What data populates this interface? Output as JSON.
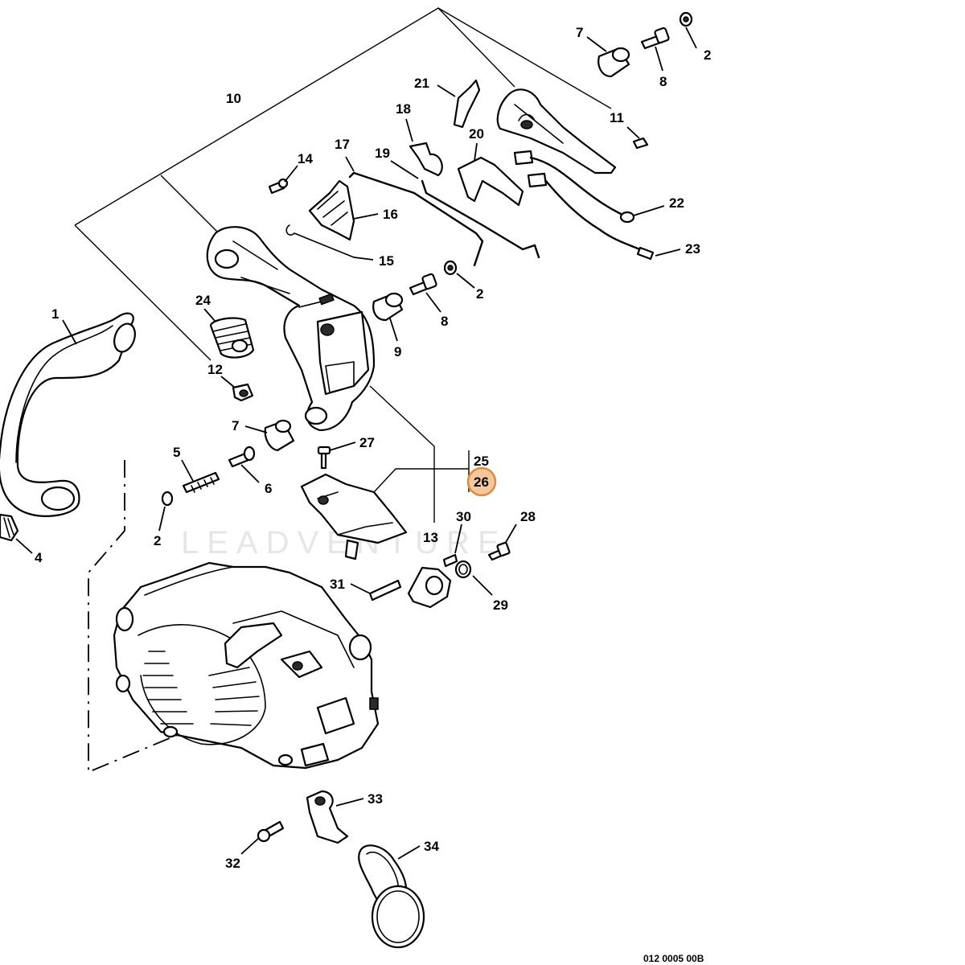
{
  "diagram": {
    "type": "exploded parts diagram",
    "drawing_code": "012 0005 00B",
    "watermark": "LEADVENTURE",
    "highlighted_callout": "26",
    "callouts": {
      "c1": "1",
      "c2a": "2",
      "c2b": "2",
      "c2c": "2",
      "c4": "4",
      "c5": "5",
      "c6": "6",
      "c7a": "7",
      "c7b": "7",
      "c8a": "8",
      "c8b": "8",
      "c9": "9",
      "c10": "10",
      "c11": "11",
      "c12": "12",
      "c13": "13",
      "c14": "14",
      "c15": "15",
      "c16": "16",
      "c17": "17",
      "c18": "18",
      "c19": "19",
      "c20": "20",
      "c21": "21",
      "c22": "22",
      "c23": "23",
      "c24": "24",
      "c25": "25",
      "c26": "26",
      "c27": "27",
      "c28": "28",
      "c29": "29",
      "c30": "30",
      "c31": "31",
      "c32": "32",
      "c33": "33",
      "c34": "34"
    }
  }
}
